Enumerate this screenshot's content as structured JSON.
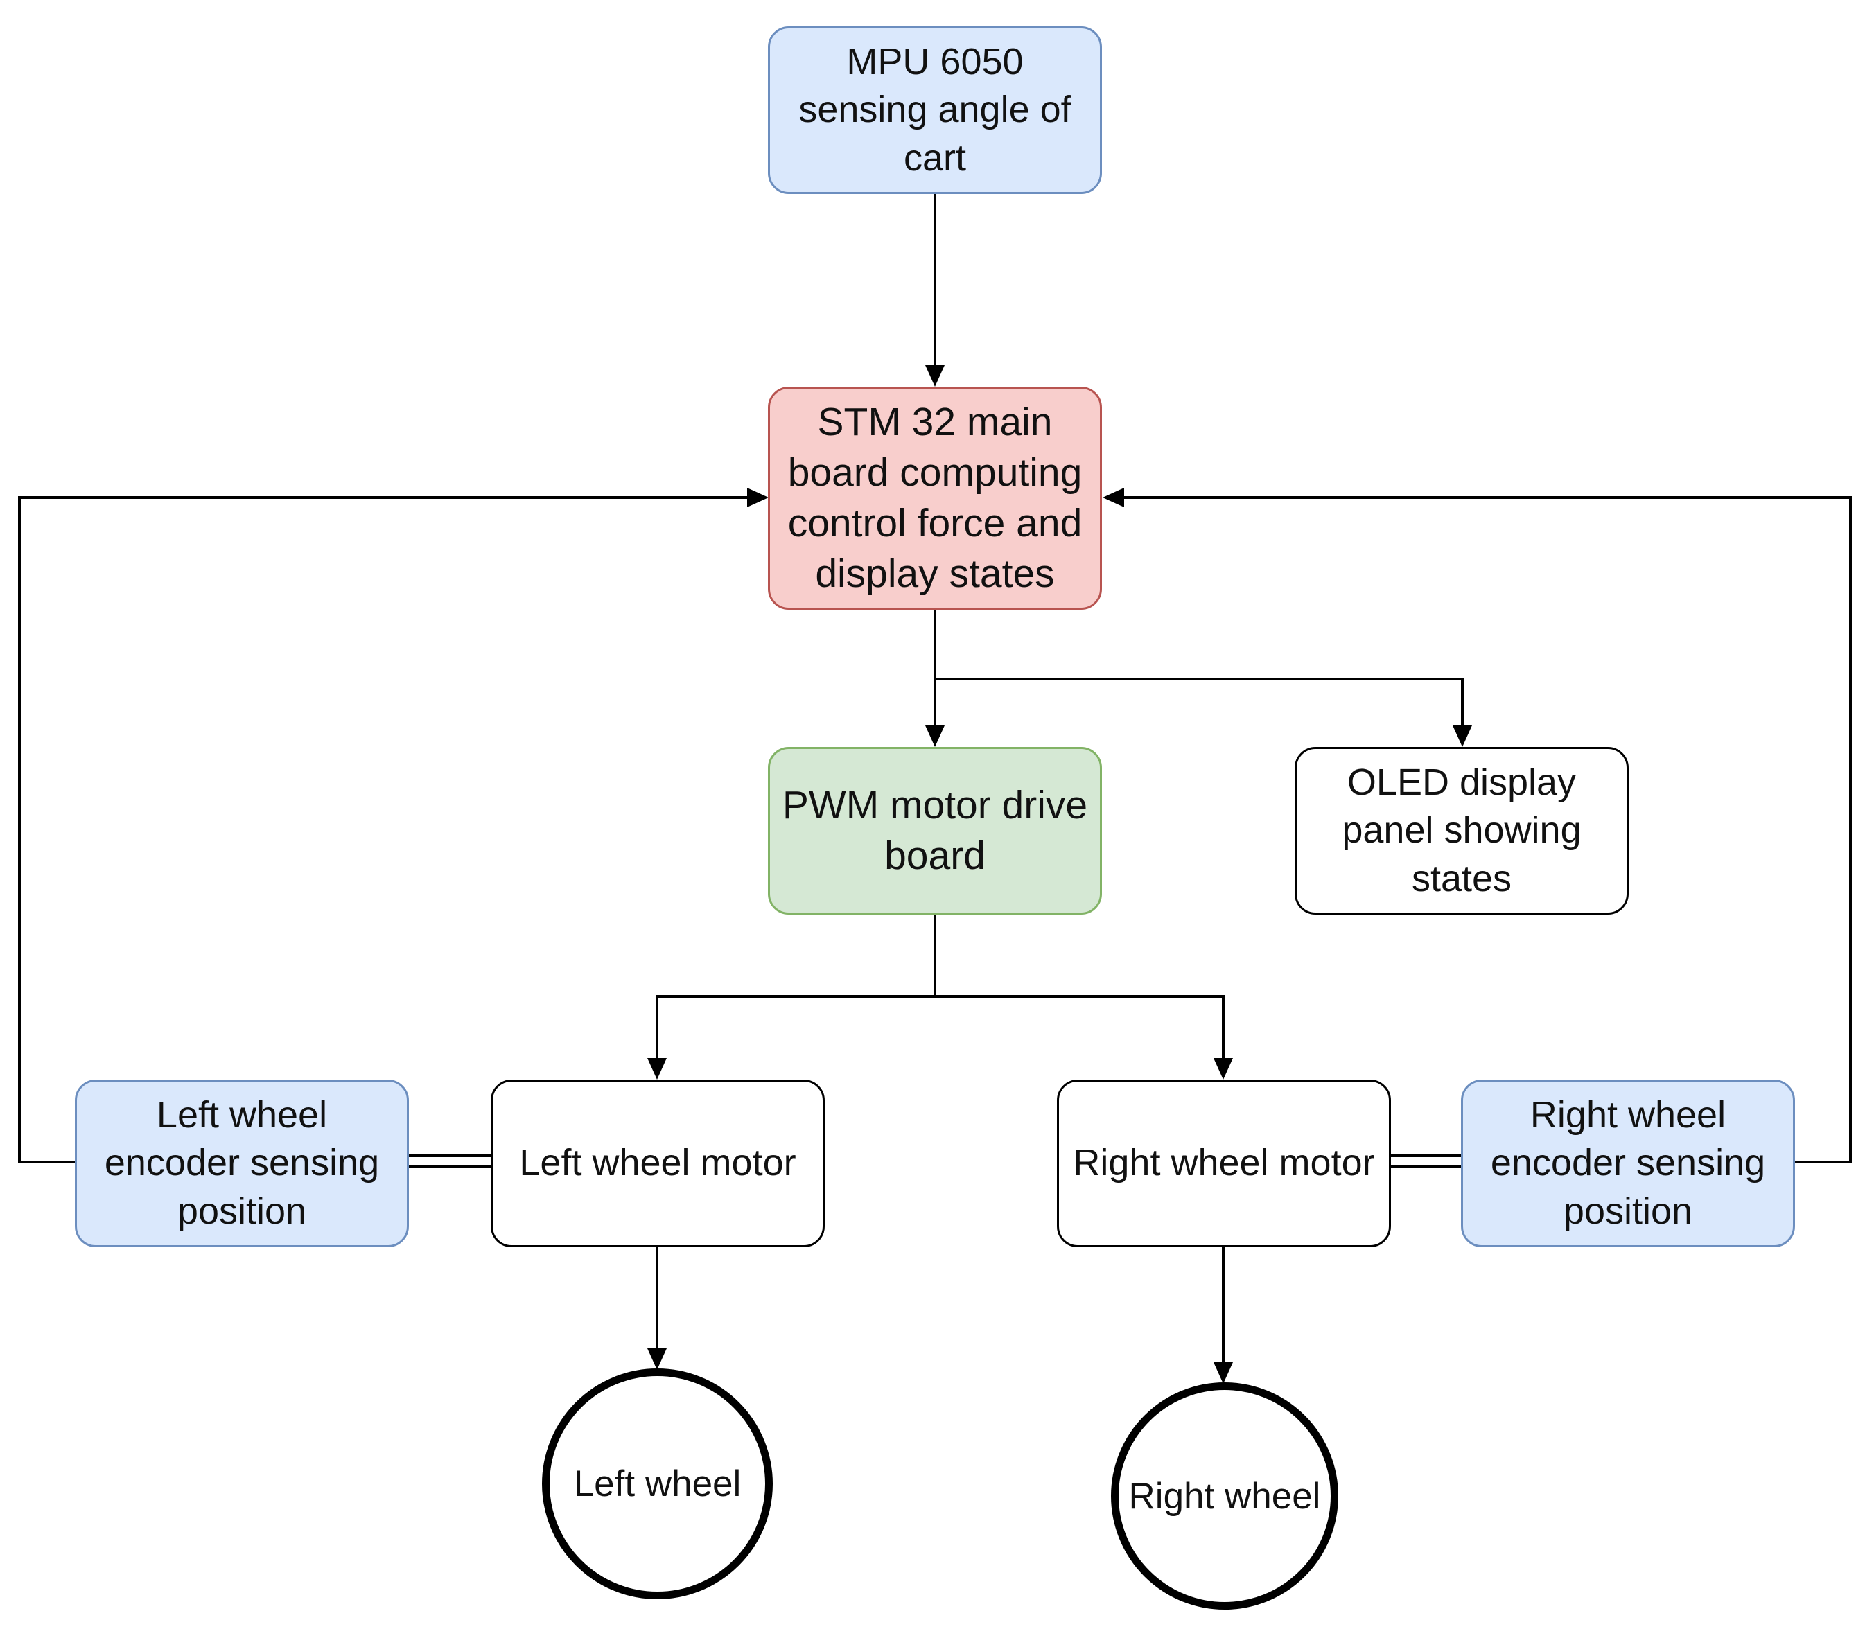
{
  "nodes": {
    "mpu": "MPU 6050\nsensing angle of\ncart",
    "stm": "STM 32 main\nboard computing\ncontrol force  and\ndisplay states",
    "pwm": "PWM motor drive\nboard",
    "oled": "OLED display\npanel showing\nstates",
    "left_encoder": "Left wheel\nencoder sensing\nposition",
    "left_motor": "Left wheel motor",
    "right_motor": "Right wheel motor",
    "right_encoder": "Right wheel\nencoder sensing\nposition",
    "left_wheel": "Left wheel",
    "right_wheel": "Right wheel"
  },
  "colors": {
    "sensor_fill": "#dae8fc",
    "sensor_stroke": "#6c8ebf",
    "controller_fill": "#f8cecc",
    "controller_stroke": "#b85450",
    "driver_fill": "#d5e8d4",
    "driver_stroke": "#82b366",
    "edge": "#000000"
  }
}
